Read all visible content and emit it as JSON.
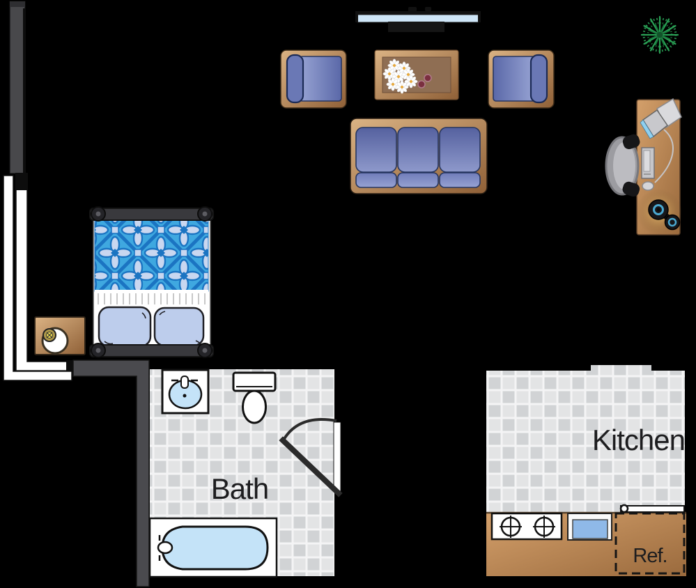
{
  "labels": {
    "bath": "Bath",
    "kitchen": "Kitchen",
    "refrigerator": "Ref."
  },
  "colors": {
    "wall": "#48484b",
    "window_white": "#ffffff",
    "wood_light": "#d8ae7e",
    "wood_dark": "#8f6037",
    "cushion_blue": "#7280ba",
    "pillow_blue": "#bdcdec",
    "quilt_bg": "#3fa8e0",
    "quilt_dark": "#1b74c2",
    "quilt_light": "#c9d7f0",
    "tile_dark": "#d1d3d5",
    "tile_light": "#e3e4e5",
    "fixture_blue": "#c4e3f8",
    "sink_blue": "#8fb9e8",
    "screen_blue": "#cfe6f8",
    "plant_green": "#2aa055",
    "label_color": "#1d1d1f"
  },
  "icons": [
    "wall",
    "window",
    "bed",
    "quilt",
    "pillow",
    "nightstand-lamp",
    "tv",
    "armchair",
    "coffee-table",
    "daisy-bouquet",
    "coaster",
    "sofa",
    "potted-plant",
    "desk",
    "desk-chair",
    "computer-monitor",
    "computer-tower",
    "computer-mouse",
    "headphones",
    "bathroom-sink",
    "toilet",
    "door-swing",
    "bathtub",
    "stove",
    "kitchen-sink",
    "refrigerator",
    "kitchen-counter"
  ]
}
